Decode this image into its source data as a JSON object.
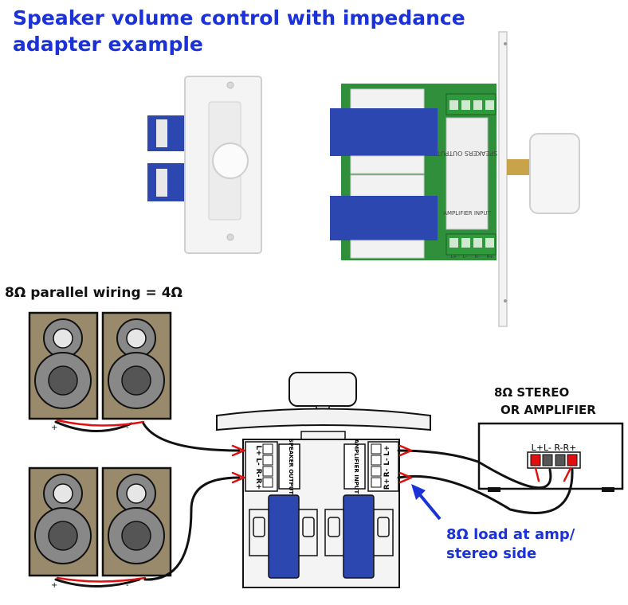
{
  "title": {
    "line1": "Speaker volume control with impedance",
    "line2": "adapter example"
  },
  "parallel_label": "8Ω parallel wiring = 4Ω",
  "amplifier": {
    "title_line1": "8Ω STEREO",
    "title_line2": "OR AMPLIFIER",
    "terminals": "L+L-  R-R+"
  },
  "load_label": {
    "line1": "8Ω load at amp/",
    "line2": "stereo side"
  },
  "control_board": {
    "speaker_output": "SPEAKER OUTPUT",
    "amplifier_input": "AMPLIFIER INPUT",
    "left_terminals": [
      "L+",
      "L-",
      "R-",
      "R+"
    ],
    "right_terminals": [
      "L+",
      "L-",
      "R-",
      "R+"
    ]
  },
  "photo_labels": {
    "speakers_output": "SPEAKERS OUTPUT",
    "amplifier_input": "AMPLIFIER INPUT",
    "bottom_terminals": [
      "L+",
      "L-",
      "R-",
      "R+"
    ]
  },
  "colors": {
    "title_blue": "#1a32d8",
    "speaker_cabinet": "#9a8a6c",
    "transformer_blue": "#2d47b0",
    "pcb_green": "#2f8f3a",
    "wire_red": "#e01010",
    "wire_black": "#111111"
  }
}
